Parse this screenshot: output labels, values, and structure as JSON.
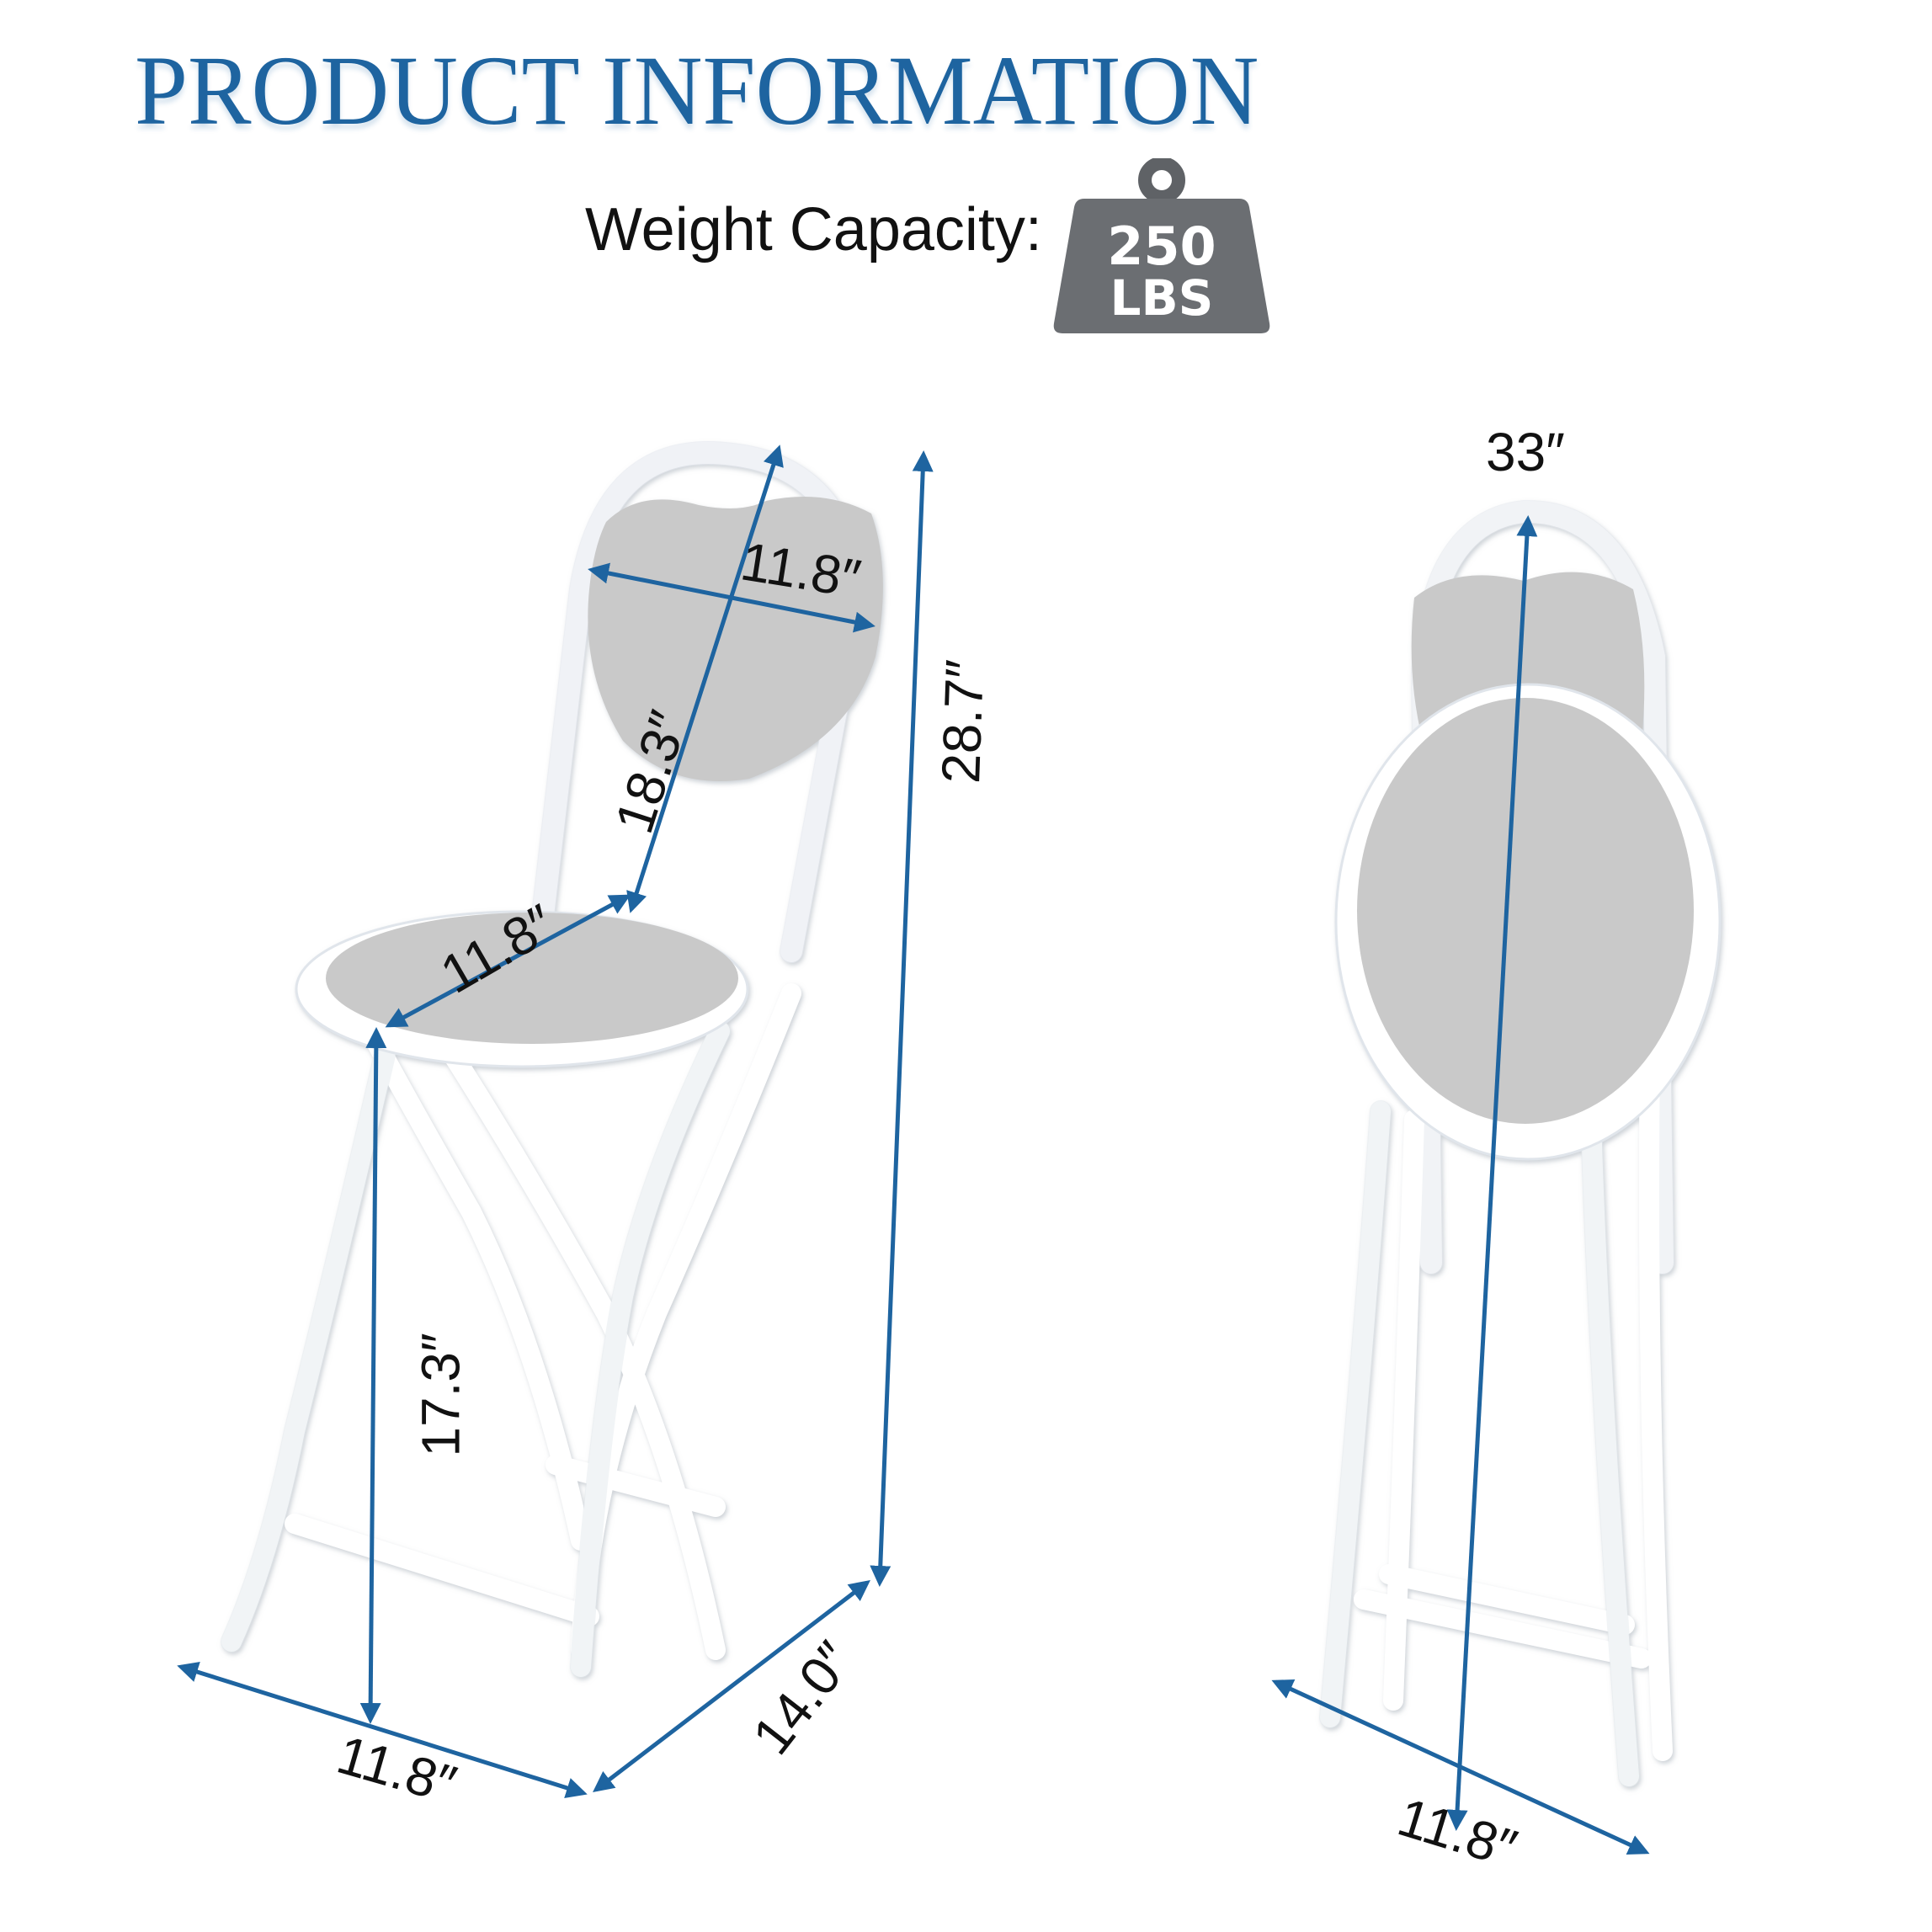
{
  "title": "PRODUCT INFORMATION",
  "weight_capacity": {
    "label": "Weight Capacity:",
    "value": "250",
    "unit": "LBS",
    "icon": "weight-icon"
  },
  "colors": {
    "accent_blue": "#1E64A0",
    "weight_gray": "#6B6E72",
    "fabric_gray": "#C9C9C9",
    "frame_white": "#FFFFFF"
  },
  "unfolded_chair": {
    "dimensions": {
      "backrest_width": "11.8″",
      "backrest_to_seat": "18.3″",
      "total_height": "28.7″",
      "seat_diameter": "11.8″",
      "seat_height": "17.3″",
      "base_width": "11.8″",
      "base_depth": "14.0″"
    }
  },
  "folded_chair": {
    "dimensions": {
      "folded_height": "33″",
      "folded_width": "11.8″"
    }
  }
}
